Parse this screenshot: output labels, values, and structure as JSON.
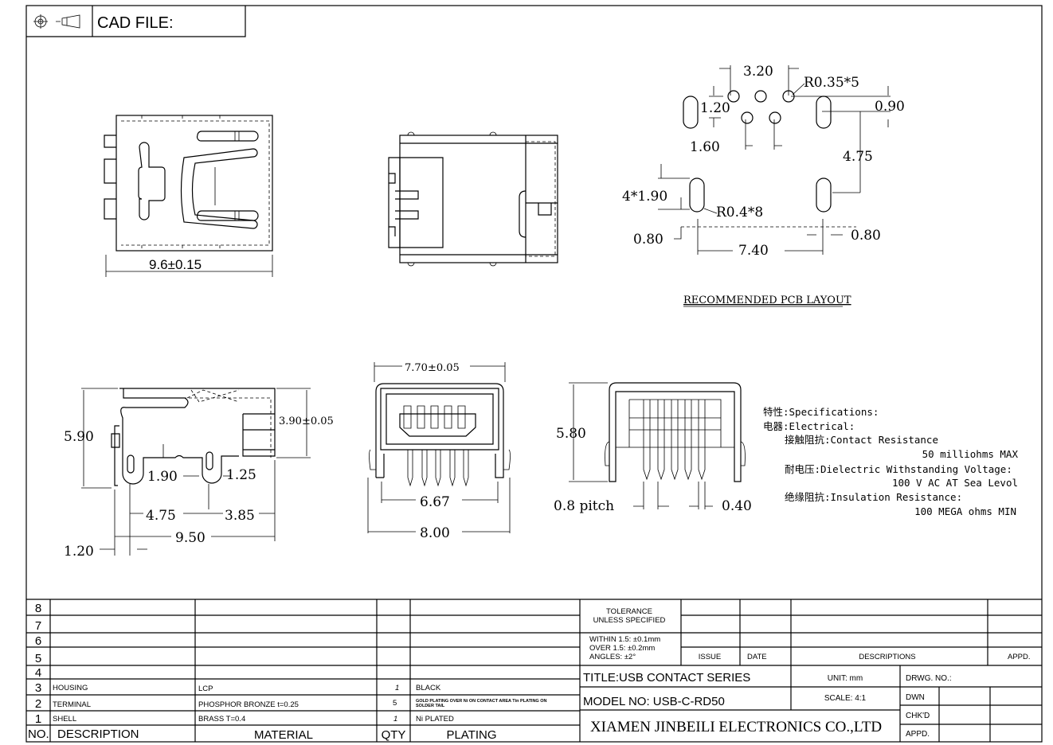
{
  "header": {
    "cad_file": "CAD FILE:"
  },
  "top_view": {
    "width_dim": "9.6±0.15"
  },
  "pcb_layout": {
    "label": "RECOMMENDED PCB LAYOUT",
    "d_pitch": "3.20",
    "d_hole_radius": "R0.35*5",
    "d_row_offset": "1.20",
    "d_slot_top": "0.90",
    "d_hole_spacing": "1.60",
    "d_slot_vertical": "4.75",
    "d_slot_length": "4*1.90",
    "d_slot_radius": "R0.4*8",
    "d_left_offset": "0.80",
    "d_right_offset": "0.80",
    "d_slot_span": "7.40"
  },
  "side_view": {
    "height": "5.90",
    "inner_height": "3.90±0.05",
    "d_slot_width": "1.90",
    "d_leg_width": "1.25",
    "d_leg_spacing": "4.75",
    "d_front_offset": "3.85",
    "length": "9.50",
    "d_tail_offset": "1.20"
  },
  "front_view": {
    "top_width": "7.70±0.05",
    "inner_width": "6.67",
    "overall_width": "8.00"
  },
  "rear_view": {
    "height": "5.80",
    "pitch": "0.8 pitch",
    "pin_width": "0.40"
  },
  "specs": {
    "title": "特性:Specifications:",
    "electrical": "电器:Electrical:",
    "contact_resistance": "接触阻抗:Contact Resistance",
    "contact_resistance_value": "50 milliohms MAX",
    "dielectric": "耐电压:Dielectric Withstanding Voltage:",
    "dielectric_value": "100 V AC AT Sea Levol",
    "insulation": "绝缘阻抗:Insulation Resistance:",
    "insulation_value": "100 MEGA ohms MIN"
  },
  "bom": {
    "headers": {
      "no": "NO.",
      "description": "DESCRIPTION",
      "material": "MATERIAL",
      "qty": "QTY",
      "plating": "PLATING"
    },
    "rows": [
      {
        "no": "8",
        "description": "",
        "material": "",
        "qty": "",
        "plating": ""
      },
      {
        "no": "7",
        "description": "",
        "material": "",
        "qty": "",
        "plating": ""
      },
      {
        "no": "6",
        "description": "",
        "material": "",
        "qty": "",
        "plating": ""
      },
      {
        "no": "5",
        "description": "",
        "material": "",
        "qty": "",
        "plating": ""
      },
      {
        "no": "4",
        "description": "",
        "material": "",
        "qty": "",
        "plating": ""
      },
      {
        "no": "3",
        "description": "HOUSING",
        "material": "LCP",
        "qty": "1",
        "plating": "BLACK"
      },
      {
        "no": "2",
        "description": "TERMINAL",
        "material": "PHOSPHOR BRONZE t=0.25",
        "qty": "5",
        "plating": "GOLD PLATING OVER Ni ON CONTACT AREA Tin PLATING ON",
        "plating_2": "SOLDER TAIL"
      },
      {
        "no": "1",
        "description": "SHELL",
        "material": "BRASS T=0.4",
        "qty": "1",
        "plating": "Ni PLATED"
      }
    ]
  },
  "tolerance": {
    "title_1": "TOLERANCE",
    "title_2": "UNLESS SPECIFIED",
    "within": "WITHIN 1.5: ±0.1mm",
    "over": "OVER 1.5:  ±0.2mm",
    "angles": "ANGLES: ±2°"
  },
  "revision": {
    "issue": "ISSUE",
    "date": "DATE",
    "descriptions": "DESCRIPTIONS",
    "appd": "APPD."
  },
  "title_block": {
    "title": "TITLE:USB  CONTACT  SERIES",
    "unit": "UNIT: mm",
    "drawing_no": "DRWG.  NO.:",
    "model": "MODEL  NO: USB-C-RD50",
    "scale": "SCALE: 4:1",
    "dwn": "DWN",
    "chkd": "CHK'D",
    "appd": "APPD.",
    "company": "XIAMEN JINBEILI ELECTRONICS CO.,LTD"
  }
}
